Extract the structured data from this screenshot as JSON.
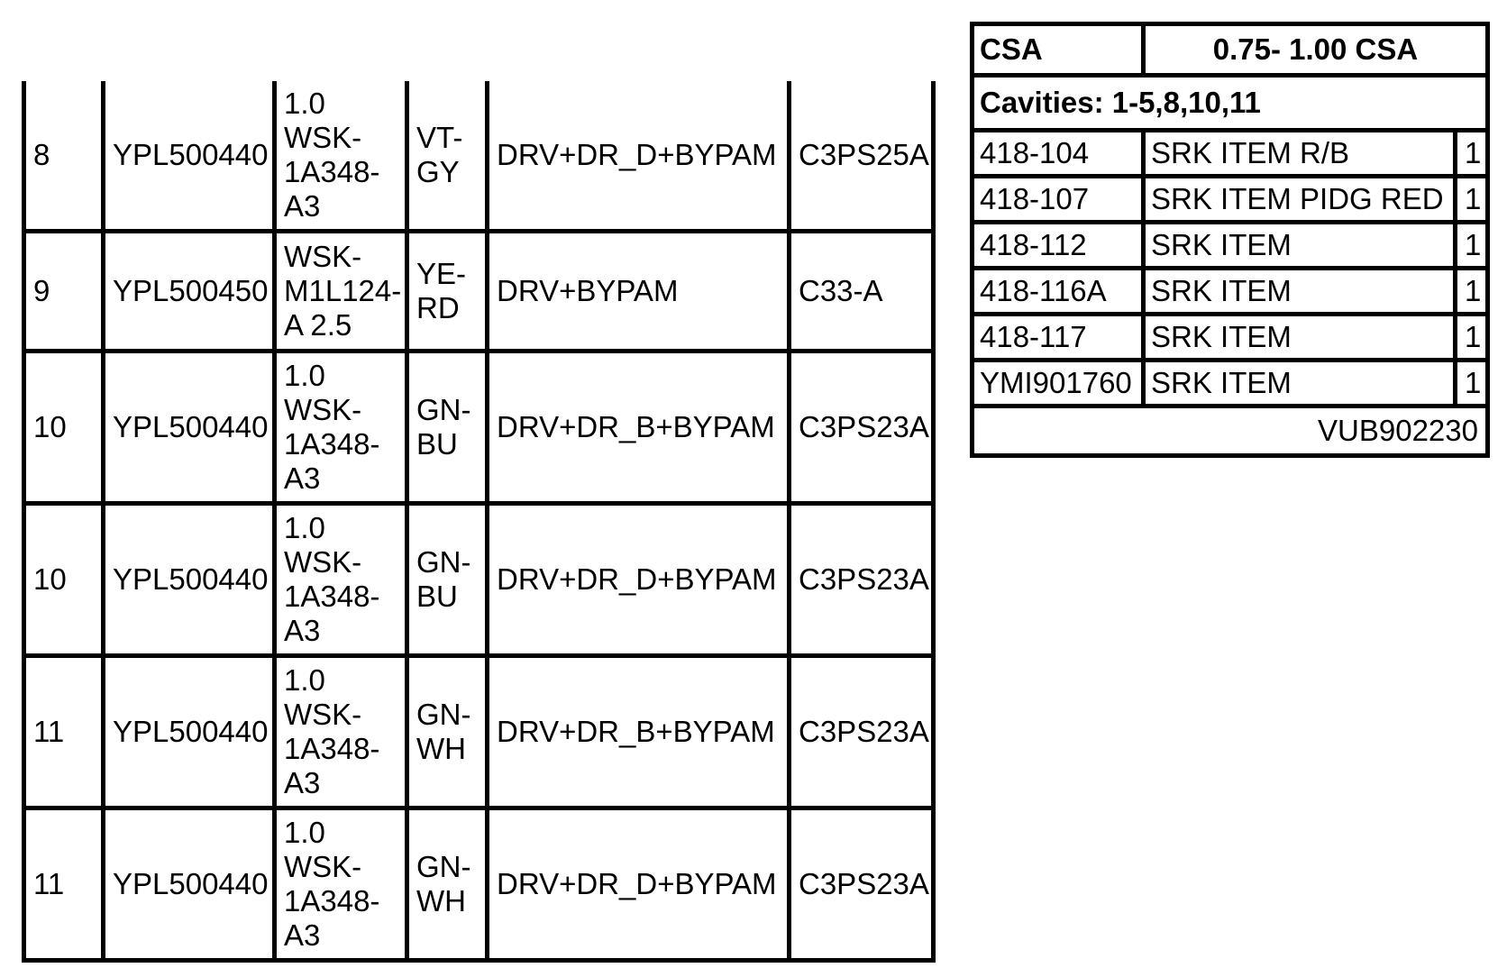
{
  "wire_table": {
    "rows": [
      {
        "cavity": "8",
        "part": "YPL500440",
        "wire": "1.0 WSK-1A348-A3",
        "color": "VT-GY",
        "circuit": "DRV+DR_D+BYPAM",
        "code": "C3PS25A"
      },
      {
        "cavity": "9",
        "part": "YPL500450",
        "wire": "WSK-M1L124-A 2.5",
        "color": "YE-RD",
        "circuit": "DRV+BYPAM",
        "code": "C33-A"
      },
      {
        "cavity": "10",
        "part": "YPL500440",
        "wire": "1.0 WSK-1A348-A3",
        "color": "GN-BU",
        "circuit": "DRV+DR_B+BYPAM",
        "code": "C3PS23A"
      },
      {
        "cavity": "10",
        "part": "YPL500440",
        "wire": "1.0 WSK-1A348-A3",
        "color": "GN-BU",
        "circuit": "DRV+DR_D+BYPAM",
        "code": "C3PS23A"
      },
      {
        "cavity": "11",
        "part": "YPL500440",
        "wire": "1.0 WSK-1A348-A3",
        "color": "GN-WH",
        "circuit": "DRV+DR_B+BYPAM",
        "code": "C3PS23A"
      },
      {
        "cavity": "11",
        "part": "YPL500440",
        "wire": "1.0 WSK-1A348-A3",
        "color": "GN-WH",
        "circuit": "DRV+DR_D+BYPAM",
        "code": "C3PS23A"
      }
    ]
  },
  "csa_table": {
    "header_label": "CSA",
    "header_value": "0.75- 1.00 CSA",
    "cavities": "Cavities: 1-5,8,10,11",
    "items": [
      {
        "part": "418-104",
        "desc": "SRK ITEM R/B",
        "qty": "1"
      },
      {
        "part": "418-107",
        "desc": "SRK ITEM PIDG RED",
        "qty": "1"
      },
      {
        "part": "418-112",
        "desc": "SRK ITEM",
        "qty": "1"
      },
      {
        "part": "418-116A",
        "desc": "SRK ITEM",
        "qty": "1"
      },
      {
        "part": "418-117",
        "desc": "SRK ITEM",
        "qty": "1"
      },
      {
        "part": "YMI901760",
        "desc": "SRK ITEM",
        "qty": "1"
      }
    ],
    "footer": "VUB902230"
  }
}
